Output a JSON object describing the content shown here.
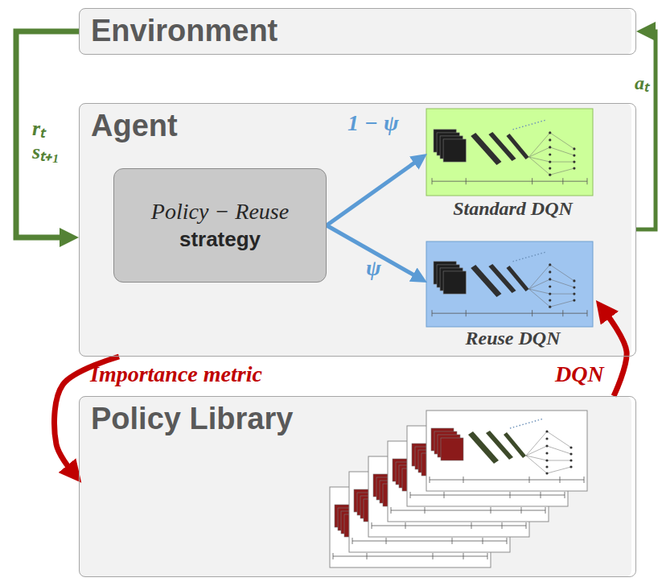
{
  "diagram": {
    "nodes": [
      {
        "text": [
          "Environment"
        ]
      },
      {
        "text": [
          "Agent"
        ]
      },
      {
        "text": [
          "Policy − Reuse",
          "strategy"
        ],
        "in": 1
      },
      {
        "text": [
          "Standard DQN"
        ],
        "in": 1
      },
      {
        "text": [
          "Reuse DQN"
        ],
        "in": 1
      },
      {
        "text": [
          "Policy Library"
        ]
      }
    ],
    "edges": [
      {
        "from": 0,
        "to": 1,
        "label": "rₜ sₜ₊₁",
        "arrow": "to"
      },
      {
        "from": 1,
        "to": 0,
        "label": "aₜ",
        "arrow": "to"
      },
      {
        "from": 2,
        "to": 3,
        "label": "1 − ψ",
        "arrow": "to"
      },
      {
        "from": 2,
        "to": 4,
        "label": "ψ",
        "arrow": "to"
      },
      {
        "from": 1,
        "to": 5,
        "label": "Importance metric",
        "arrow": "to"
      },
      {
        "from": 5,
        "to": 4,
        "label": "DQN",
        "arrow": "to"
      }
    ]
  }
}
